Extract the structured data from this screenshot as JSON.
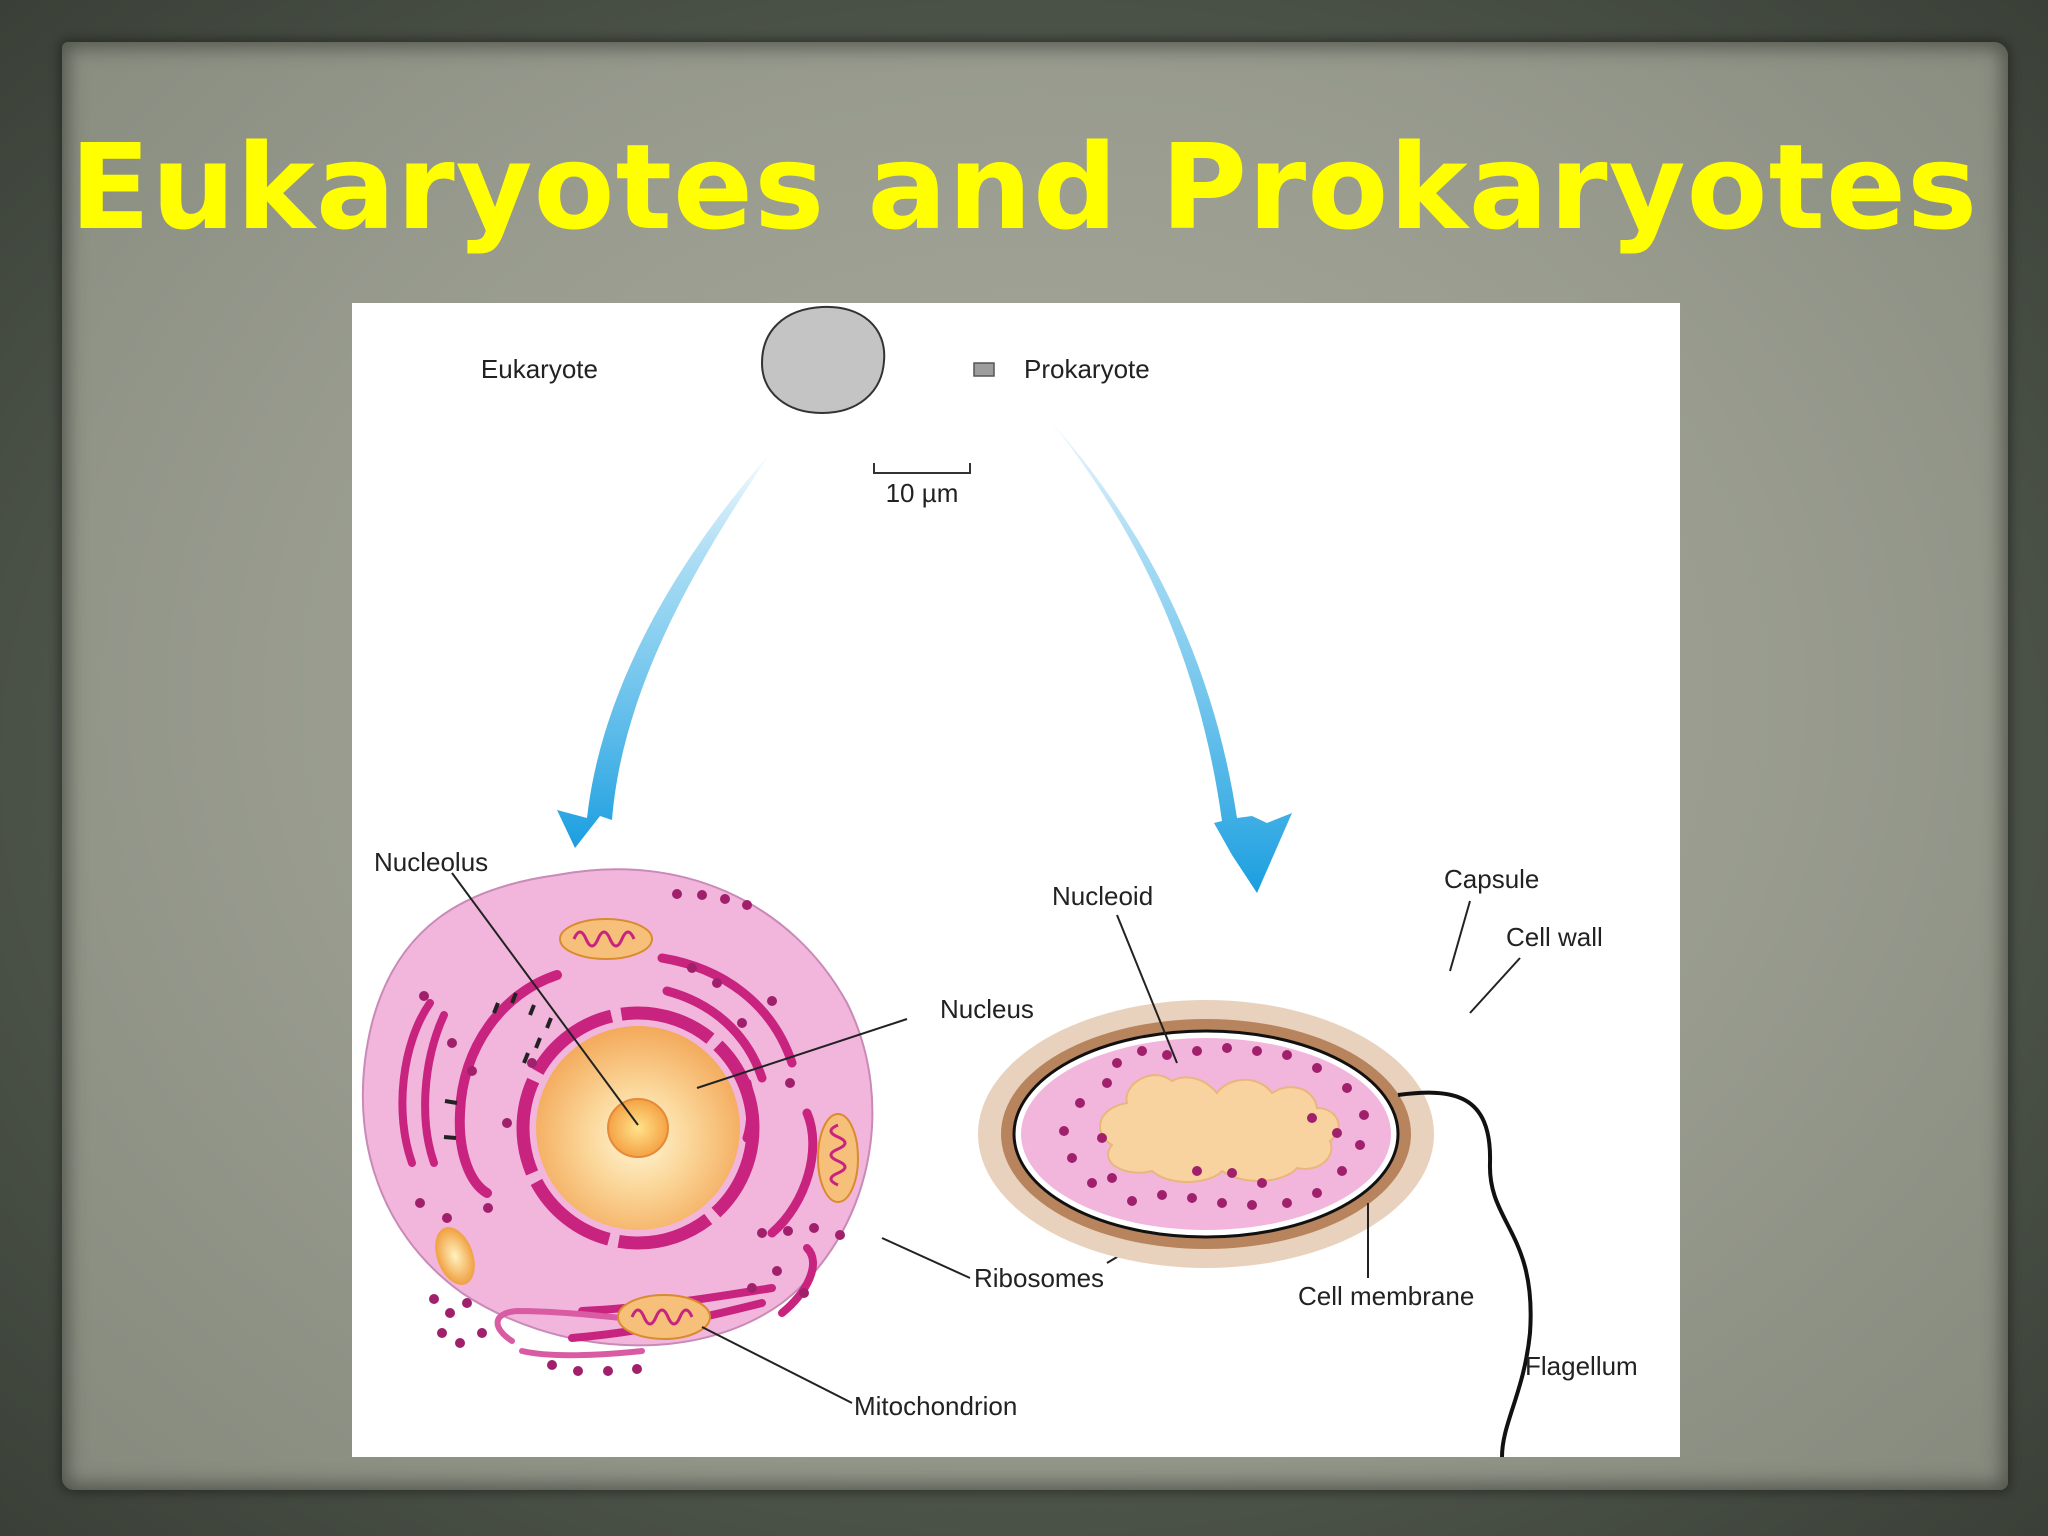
{
  "slide": {
    "title": "Eukaryotes and Prokaryotes"
  },
  "diagram": {
    "size_comparison": {
      "eukaryote_label": "Eukaryote",
      "prokaryote_label": "Prokaryote",
      "scale_bar_label": "10 µm"
    },
    "eukaryote_labels": {
      "nucleolus": "Nucleolus",
      "nucleus": "Nucleus",
      "ribosomes": "Ribosomes",
      "mitochondrion": "Mitochondrion"
    },
    "prokaryote_labels": {
      "nucleoid": "Nucleoid",
      "capsule": "Capsule",
      "cell_wall": "Cell wall",
      "cell_membrane": "Cell membrane",
      "flagellum": "Flagellum"
    }
  },
  "colors": {
    "title": "#ffff00",
    "arrow": "#1a9ee0",
    "cytoplasm": "#f2b6dd",
    "organelle_magenta": "#c8247f",
    "nucleus": "#f6c07a",
    "capsule": "#e9d2bd",
    "cell_wall": "#b8845e"
  }
}
